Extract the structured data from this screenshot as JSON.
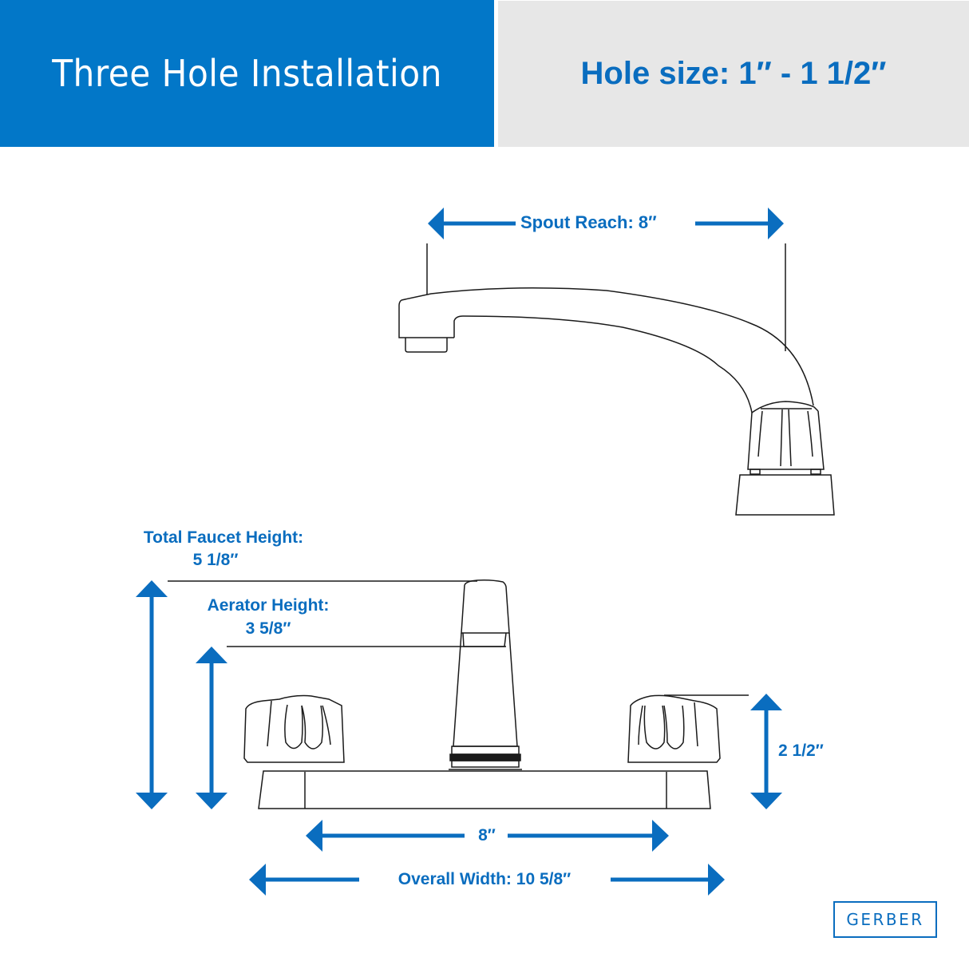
{
  "header": {
    "title": "Three Hole Installation",
    "hole_size": "Hole size: 1″ - 1 1/2″"
  },
  "colors": {
    "brand_blue": "#0277c8",
    "dimension_blue": "#0a6dbf",
    "header_gray": "#e7e7e7",
    "line_black": "#1a1a1a"
  },
  "side_view": {
    "spout_reach_label": "Spout Reach: 8″"
  },
  "front_view": {
    "total_height_label": "Total Faucet Height:",
    "total_height_value": "5 1/8″",
    "aerator_height_label": "Aerator Height:",
    "aerator_height_value": "3 5/8″",
    "handle_height_value": "2 1/2″",
    "center_spacing_label": "8″",
    "overall_width_label": "Overall Width: 10 5/8″"
  },
  "brand": {
    "logo_text": "GERBER"
  }
}
